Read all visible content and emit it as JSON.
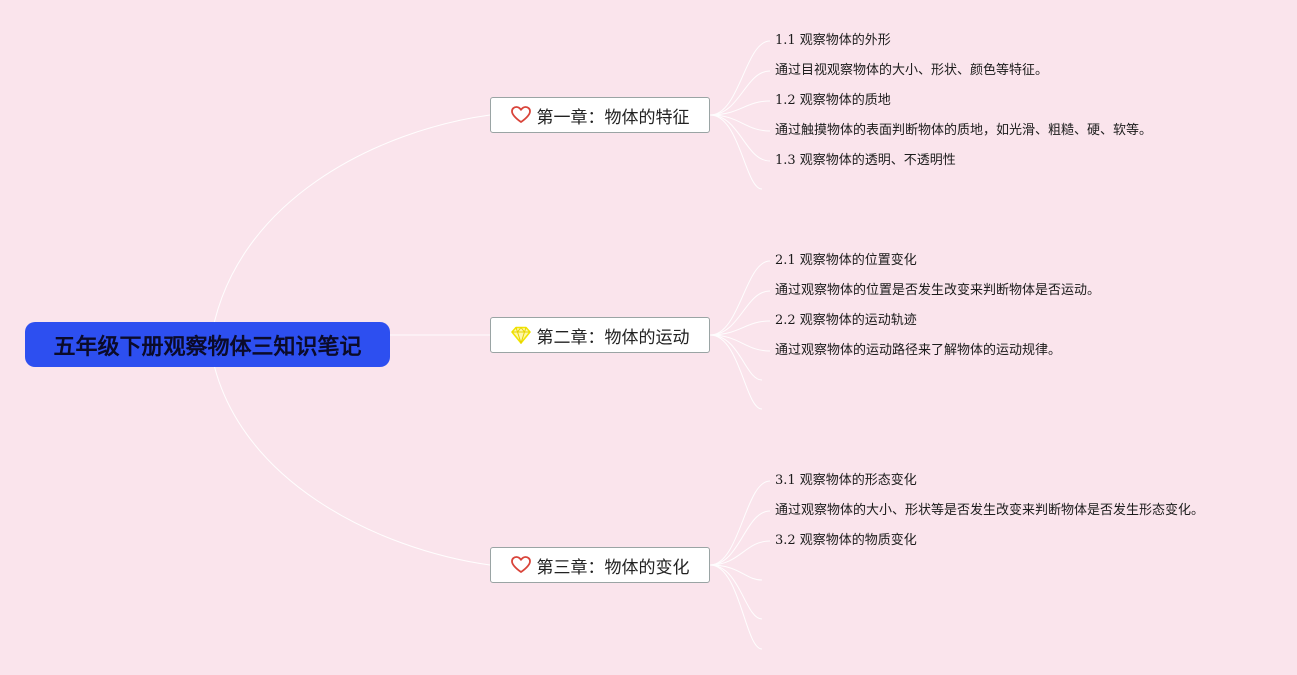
{
  "colors": {
    "background": "#fae4ec",
    "root_fill": "#2d4ff0",
    "connector": "#ffffff",
    "heart": "#d9443a",
    "diamond": "#f2e600"
  },
  "root": {
    "label": "五年级下册观察物体三知识笔记"
  },
  "chapters": [
    {
      "label": "第一章：物体的特征",
      "icon": "heart-icon",
      "items": [
        "1.1 观察物体的外形",
        "通过目视观察物体的大小、形状、颜色等特征。",
        "1.2 观察物体的质地",
        "通过触摸物体的表面判断物体的质地，如光滑、粗糙、硬、软等。",
        "1.3 观察物体的透明、不透明性"
      ]
    },
    {
      "label": "第二章：物体的运动",
      "icon": "diamond-icon",
      "items": [
        "2.1 观察物体的位置变化",
        "通过观察物体的位置是否发生改变来判断物体是否运动。",
        "2.2 观察物体的运动轨迹",
        "通过观察物体的运动路径来了解物体的运动规律。"
      ]
    },
    {
      "label": "第三章：物体的变化",
      "icon": "heart-icon",
      "items": [
        "3.1 观察物体的形态变化",
        "通过观察物体的大小、形状等是否发生改变来判断物体是否发生形态变化。",
        "3.2 观察物体的物质变化"
      ]
    }
  ]
}
